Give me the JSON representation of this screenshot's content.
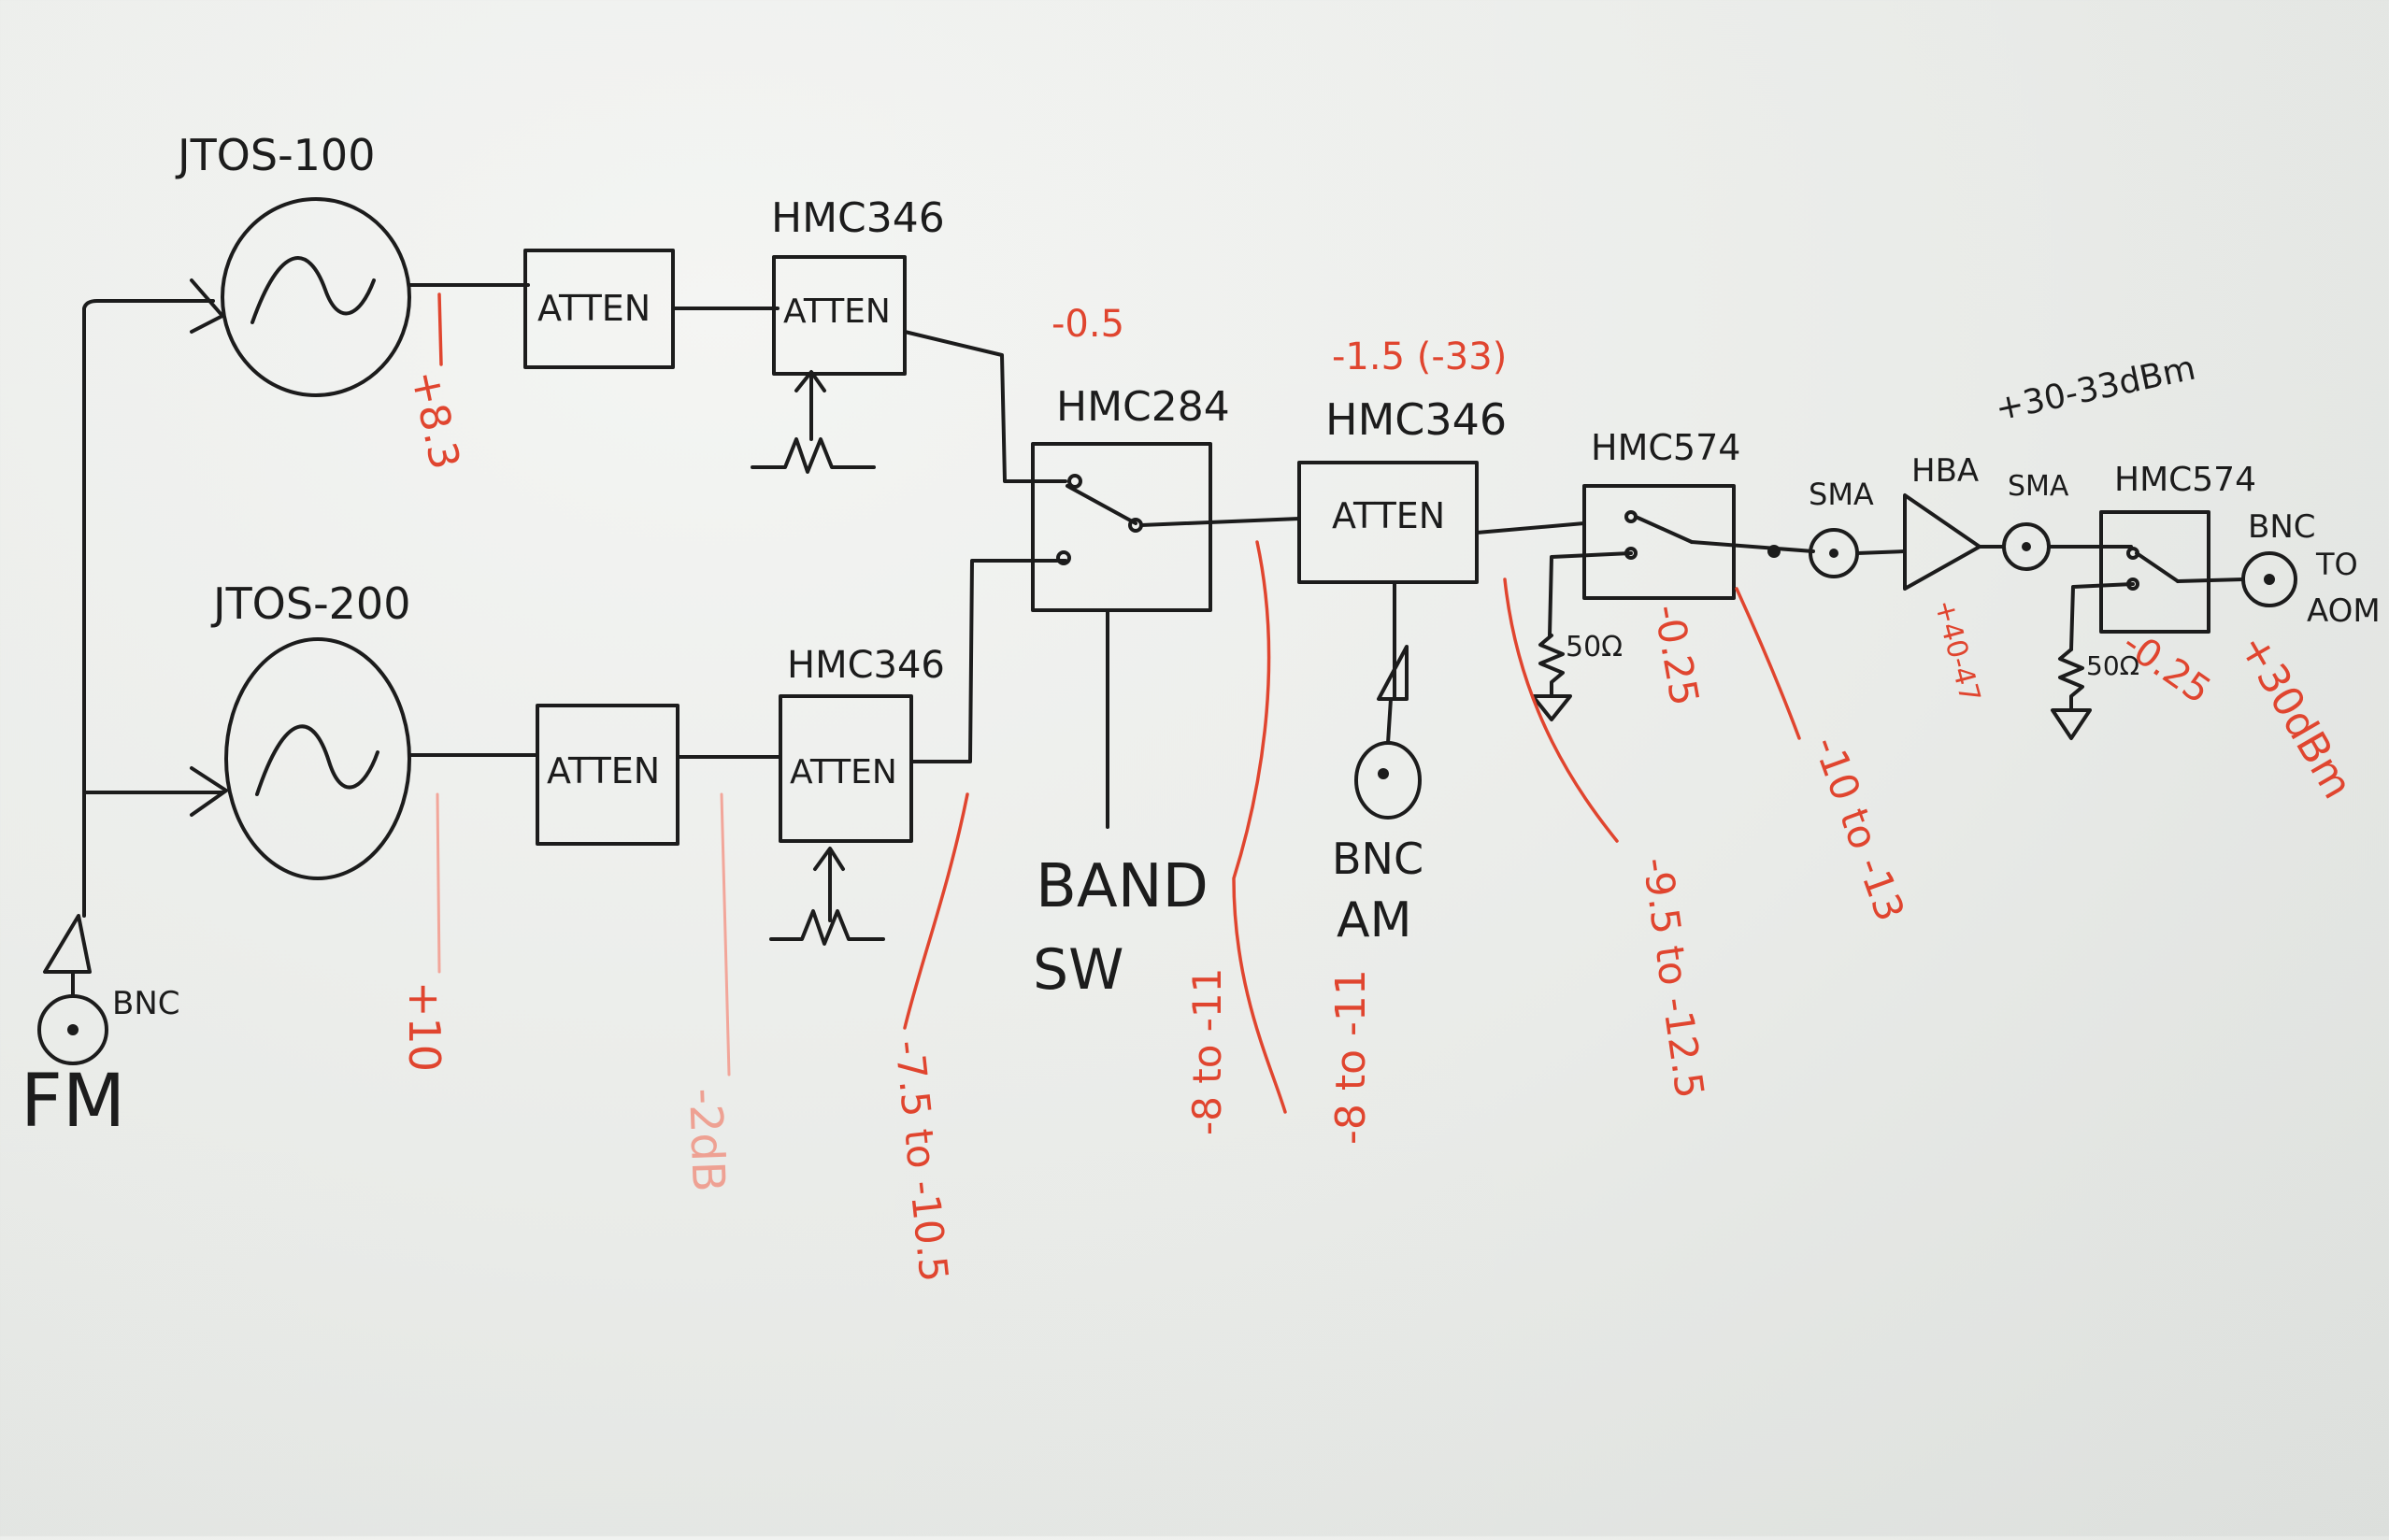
{
  "oscillators": [
    {
      "label": "JTOS-100"
    },
    {
      "label": "JTOS-200"
    }
  ],
  "attenuators": {
    "fixed_label": "ATTEN",
    "variable_label": "ATTEN",
    "top_chip": "HMC346",
    "bottom_chip": "HMC346",
    "main_chip": "HMC346"
  },
  "band_switch": {
    "chip": "HMC284",
    "label_line1": "BAND",
    "label_line2": "SW"
  },
  "am_input": {
    "label_line1": "BNC",
    "label_line2": "AM"
  },
  "fm_input": {
    "connector": "BNC",
    "label": "FM"
  },
  "switch1": {
    "chip": "HMC574",
    "term": "50Ω"
  },
  "connector_sma1": "SMA",
  "amplifier": {
    "label": "HBA",
    "gain_note": "+40-47"
  },
  "amp_output_note": "+30-33dBm",
  "connector_sma2": "SMA",
  "switch2": {
    "chip": "HMC574",
    "term": "50Ω"
  },
  "output": {
    "connector": "BNC",
    "dest_line1": "TO",
    "dest_line2": "AOM"
  },
  "levels": {
    "osc1_out": "+8.3",
    "osc2_out": "+10",
    "atten_fixed": "-2dB",
    "atten_var_out": "-7.5 to -10.5",
    "switch_in_top": "-0.5",
    "switch_out": "-8 to -11",
    "switch_out_alt": "-8 to -11",
    "atten_main_top": "-1.5 (-33)",
    "atten_main_out": "-9.5 to -12.5",
    "sw1_loss": "-0.25",
    "sw1_out": "-10 to -13",
    "sw2_loss": "-0.25",
    "final_out": "+30dBm"
  },
  "colors": {
    "ink": "#1c1c1c",
    "red_marker": "#e0452f",
    "faded_marker": "#eea193"
  }
}
